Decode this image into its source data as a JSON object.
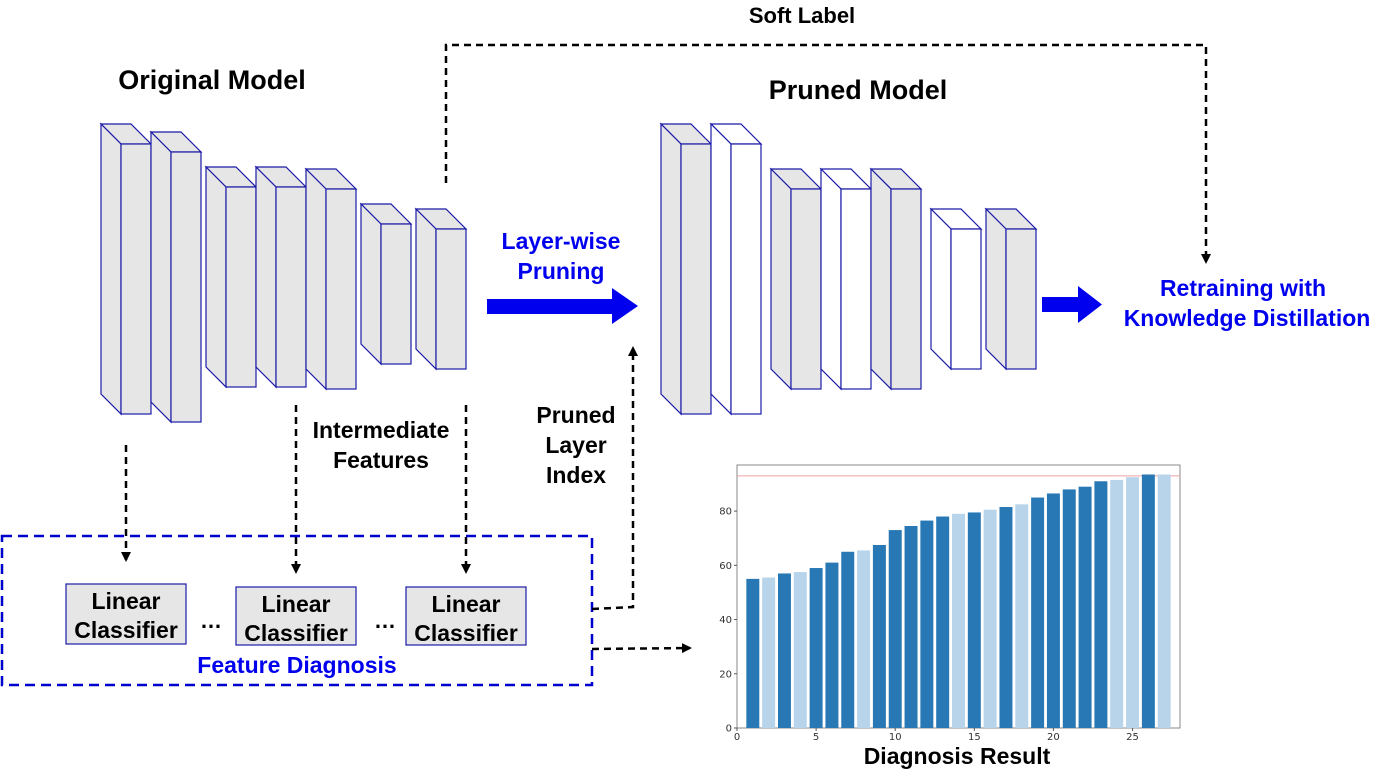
{
  "labels": {
    "original_model": "Original Model",
    "pruned_model": "Pruned Model",
    "soft_label": "Soft Label",
    "layer_wise_pruning": [
      "Layer-wise",
      "Pruning"
    ],
    "retraining": [
      "Retraining with",
      "Knowledge Distillation"
    ],
    "intermediate_features": [
      "Intermediate",
      "Features"
    ],
    "pruned_layer_index": [
      "Pruned",
      "Layer",
      "Index"
    ],
    "linear_classifier": [
      "Linear",
      "Classifier"
    ],
    "ellipsis": "…",
    "feature_diagnosis": "Feature Diagnosis",
    "diagnosis_result": "Diagnosis Result"
  },
  "colors": {
    "layer_fill": "#e6e6e6",
    "layer_stroke": "#1a1aa6",
    "pruned_fill": "#ffffff",
    "accent_blue": "#0000ee",
    "dark_bar": "#2878b5",
    "light_bar": "#b8d4ea"
  },
  "pruned_layers_kept": [
    true,
    false,
    true,
    false,
    true,
    false,
    true
  ],
  "chart_data": {
    "type": "bar",
    "title": "Diagnosis Result",
    "x": [
      1,
      2,
      3,
      4,
      5,
      6,
      7,
      8,
      9,
      10,
      11,
      12,
      13,
      14,
      15,
      16,
      17,
      18,
      19,
      20,
      21,
      22,
      23,
      24,
      25,
      26,
      27
    ],
    "values": [
      55,
      55.5,
      57,
      57.5,
      59,
      61,
      65,
      65.5,
      67.5,
      73,
      74.5,
      76.5,
      78,
      79,
      79.5,
      80.5,
      81.5,
      82.5,
      85,
      86.5,
      88,
      89,
      91,
      91.5,
      92.5,
      93.5,
      93.5
    ],
    "highlight": [
      "dark",
      "light",
      "dark",
      "light",
      "dark",
      "dark",
      "dark",
      "light",
      "dark",
      "dark",
      "dark",
      "dark",
      "dark",
      "light",
      "dark",
      "light",
      "dark",
      "light",
      "dark",
      "dark",
      "dark",
      "dark",
      "dark",
      "light",
      "light",
      "dark",
      "light"
    ],
    "xticks": [
      0,
      5,
      10,
      15,
      20,
      25
    ],
    "yticks": [
      0,
      20,
      40,
      60,
      80
    ],
    "xlim": [
      0,
      28
    ],
    "ylim": [
      0,
      97
    ],
    "reference_line": 93,
    "xlabel": "",
    "ylabel": ""
  }
}
